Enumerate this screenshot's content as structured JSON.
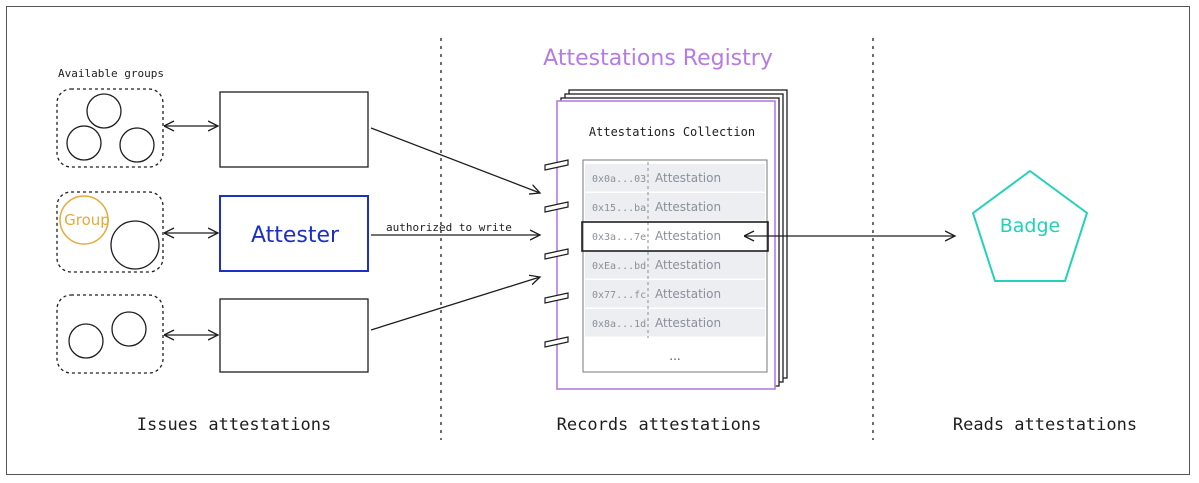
{
  "labels": {
    "available_groups": "Available groups",
    "group": "Group",
    "attester": "Attester",
    "authorized": "authorized to write",
    "registry_title": "Attestations Registry",
    "collection_title": "Attestations Collection",
    "badge": "Badge",
    "issues": "Issues attestations",
    "records": "Records attestations",
    "reads": "Reads attestations",
    "ellipsis": "..."
  },
  "rows": [
    {
      "id": "0x0a...03",
      "value": "Attestation",
      "highlight": false
    },
    {
      "id": "0x15...ba",
      "value": "Attestation",
      "highlight": false
    },
    {
      "id": "0x3a...7e",
      "value": "Attestation",
      "highlight": true
    },
    {
      "id": "0xEa...bd",
      "value": "Attestation",
      "highlight": false
    },
    {
      "id": "0x77...fc",
      "value": "Attestation",
      "highlight": false
    },
    {
      "id": "0x8a...1d",
      "value": "Attestation",
      "highlight": false
    }
  ],
  "colors": {
    "registry": "#b57be6",
    "attester": "#1d2fc4",
    "badge": "#22d1b8",
    "group": "#e8a93a",
    "row_fill": "#eceef1",
    "ink": "#1e1e1e"
  }
}
